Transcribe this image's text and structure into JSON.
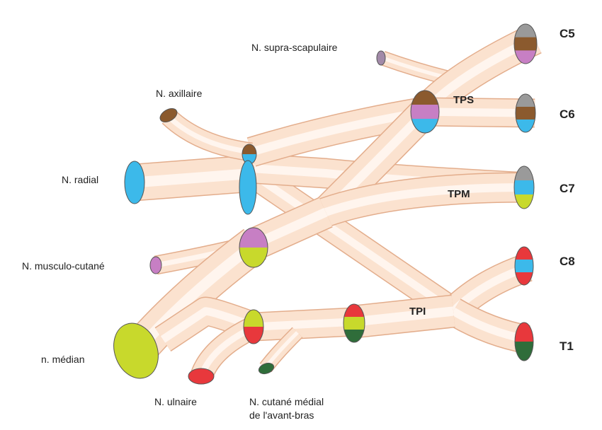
{
  "roots": {
    "c5": "C5",
    "c6": "C6",
    "c7": "C7",
    "c8": "C8",
    "t1": "T1"
  },
  "trunks": {
    "upper": "TPS",
    "middle": "TPM",
    "lower": "TPI"
  },
  "nerves": {
    "supra_scapular": "N. supra-scapulaire",
    "axillary": "N. axillaire",
    "radial": "N. radial",
    "musculocutaneous": "N. musculo-cutané",
    "median": "n. médian",
    "ulnar": "N. ulnaire",
    "medial_cutaneous_line1": "N. cutané médial",
    "medial_cutaneous_line2": "de l'avant-bras"
  },
  "colors": {
    "tube": "#fbe2cf",
    "tube_outline": "#e3ad8c",
    "radial": "#3cb9ea",
    "axillary": "#8b5a2e",
    "musculocutaneous": "#c77fc4",
    "median": "#c8d92c",
    "ulnar": "#e8383c",
    "medial_cutaneous": "#2f6d3a",
    "supra_scapular": "#a28aa8",
    "other": "#9a9a9a"
  }
}
